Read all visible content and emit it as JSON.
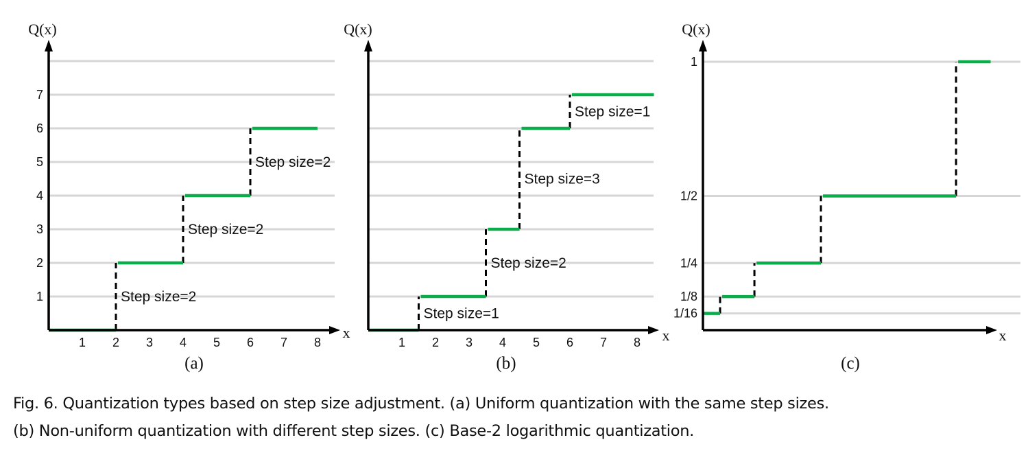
{
  "chart_data": [
    {
      "type": "line",
      "subtitle": "(a)",
      "ylabel": "Q(x)",
      "xlabel": "x",
      "x_ticks": [
        "1",
        "2",
        "3",
        "4",
        "5",
        "6",
        "7",
        "8"
      ],
      "y_ticks": [
        "1",
        "2",
        "3",
        "4",
        "5",
        "6",
        "7"
      ],
      "gridlines_y": [
        1,
        2,
        3,
        4,
        5,
        6,
        7,
        8
      ],
      "grid": true,
      "segments": [
        [
          0,
          2,
          0
        ],
        [
          2,
          4,
          2
        ],
        [
          4,
          6,
          4
        ],
        [
          6,
          8,
          6
        ]
      ],
      "annotations": [
        {
          "text": "Step size=2",
          "x": 2,
          "y": 1
        },
        {
          "text": "Step size=2",
          "x": 4,
          "y": 3
        },
        {
          "text": "Step size=2",
          "x": 6,
          "y": 5
        }
      ]
    },
    {
      "type": "line",
      "subtitle": "(b)",
      "ylabel": "Q(x)",
      "xlabel": "x",
      "x_ticks": [
        "1",
        "2",
        "3",
        "4",
        "5",
        "6",
        "7",
        "8"
      ],
      "y_ticks": [],
      "gridlines_y": [
        1,
        2,
        3,
        4,
        5,
        6,
        7,
        8
      ],
      "grid": true,
      "segments": [
        [
          0,
          1.5,
          0
        ],
        [
          1.5,
          3.5,
          1
        ],
        [
          3.5,
          4.5,
          3
        ],
        [
          4.5,
          6,
          6
        ],
        [
          6,
          8.5,
          7
        ]
      ],
      "annotations": [
        {
          "text": "Step size=1",
          "x": 1.5,
          "y": 0.5
        },
        {
          "text": "Step size=2",
          "x": 3.5,
          "y": 2
        },
        {
          "text": "Step size=3",
          "x": 4.5,
          "y": 4.5
        },
        {
          "text": "Step size=1",
          "x": 6,
          "y": 6.5
        }
      ]
    },
    {
      "type": "line",
      "subtitle": "(c)",
      "ylabel": "Q(x)",
      "xlabel": "x",
      "x_ticks": [],
      "y_ticks": [
        {
          "label": "1/16",
          "value": 0.0625
        },
        {
          "label": "1/8",
          "value": 0.125
        },
        {
          "label": "1/4",
          "value": 0.25
        },
        {
          "label": "1/2",
          "value": 0.5
        },
        {
          "label": "1",
          "value": 1
        }
      ],
      "gridlines_y": [
        0.0625,
        0.125,
        0.25,
        0.5,
        1
      ],
      "grid": true,
      "segments": [
        [
          0,
          0.064,
          0.0625
        ],
        [
          0.064,
          0.192,
          0.125
        ],
        [
          0.192,
          0.44,
          0.25
        ],
        [
          0.44,
          0.944,
          0.5
        ],
        [
          0.944,
          1.073,
          1
        ]
      ],
      "annotations": []
    }
  ],
  "caption": {
    "line1": "Fig. 6.  Quantization types based on step size adjustment. (a) Uniform quantization with the same step sizes.",
    "line2": "(b) Non-uniform quantization with different step sizes. (c) Base-2 logarithmic quantization."
  },
  "colors": {
    "step": "#0aad4a",
    "grid": "#d6d6d6",
    "axis": "#000000"
  }
}
